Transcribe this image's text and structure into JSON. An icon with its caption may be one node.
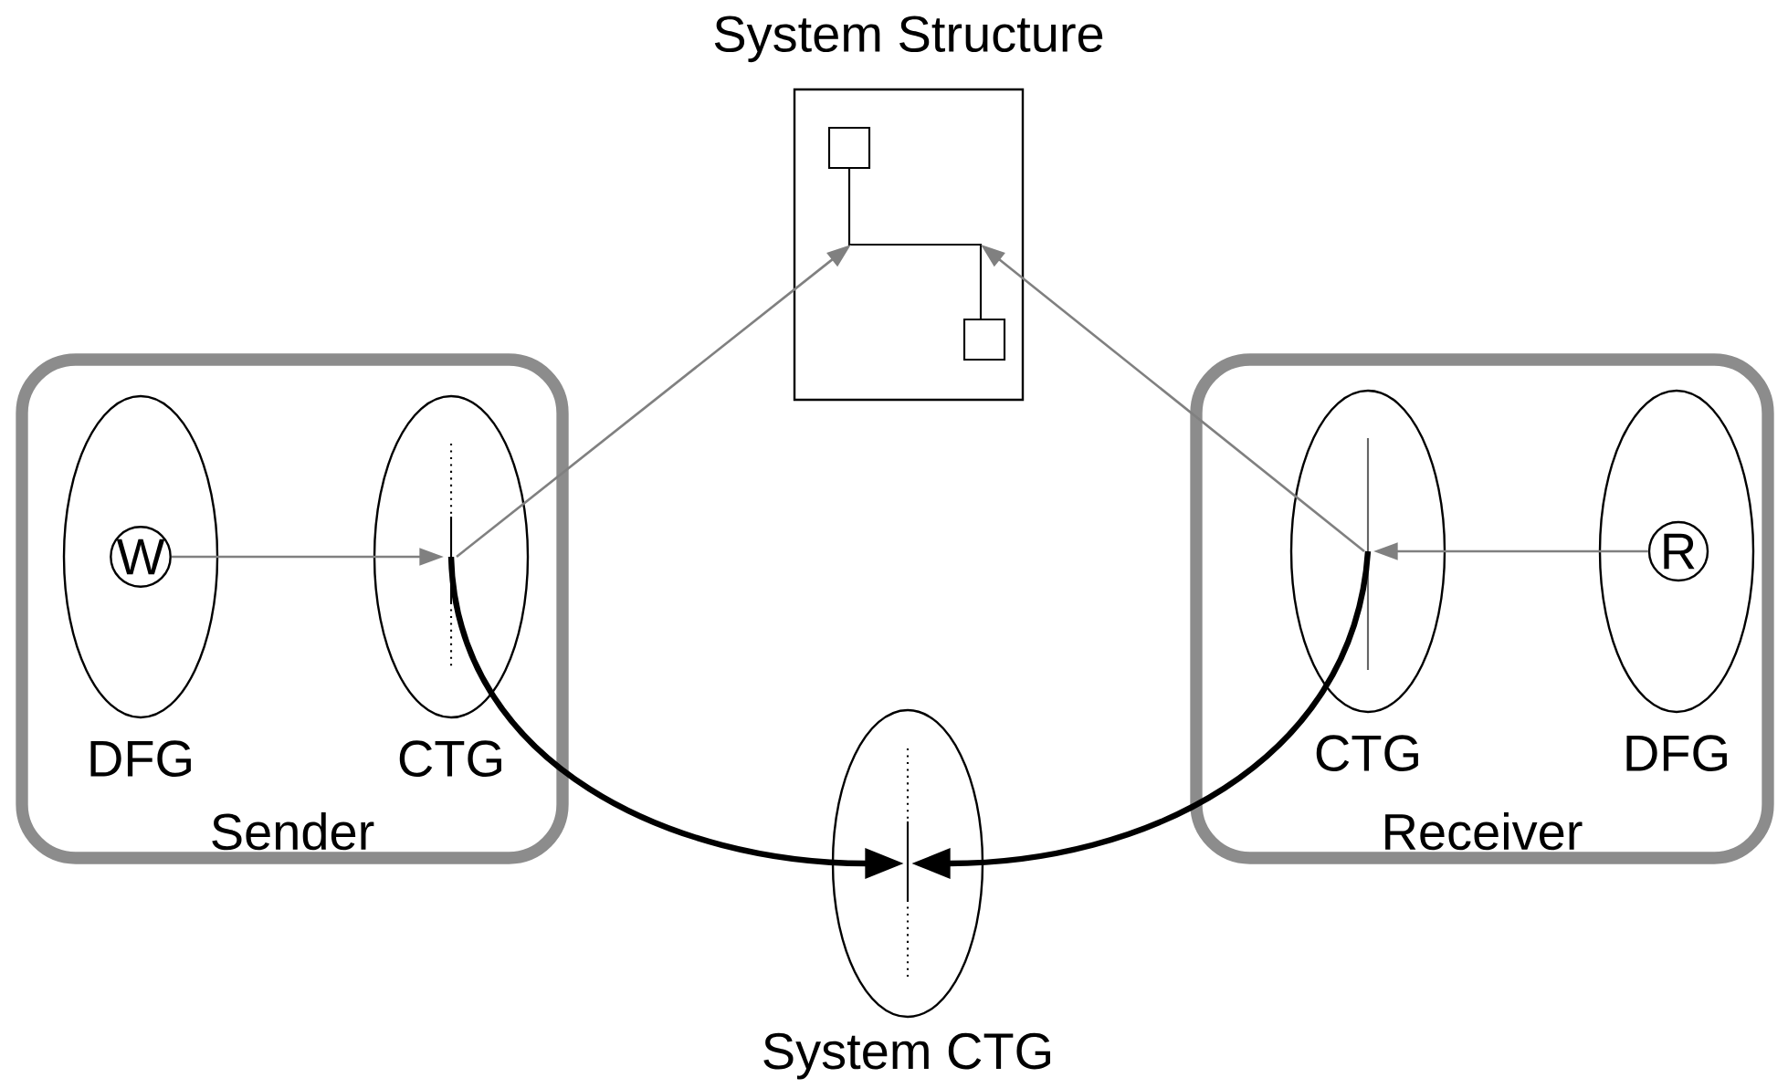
{
  "diagram": {
    "nodes": [
      {
        "text": [
          "Sender"
        ]
      },
      {
        "text": [
          "DFG"
        ],
        "in": 0
      },
      {
        "text": [
          "W"
        ],
        "in": 1
      },
      {
        "text": [
          "CTG"
        ],
        "in": 0
      },
      {
        "text": [
          "System Structure"
        ]
      },
      {
        "text": [
          "Receiver"
        ]
      },
      {
        "text": [
          "CTG"
        ],
        "in": 5
      },
      {
        "text": [
          "DFG"
        ],
        "in": 5
      },
      {
        "text": [
          "R"
        ],
        "in": 7
      },
      {
        "text": [
          "System CTG"
        ]
      }
    ],
    "edges": [
      {
        "from": 2,
        "to": 3,
        "arrow": "to"
      },
      {
        "from": 3,
        "to": 4,
        "arrow": "to"
      },
      {
        "from": 8,
        "to": 6,
        "arrow": "to"
      },
      {
        "from": 6,
        "to": 4,
        "arrow": "to"
      },
      {
        "from": 3,
        "to": 9,
        "arrow": "to",
        "style": "thick",
        "color": "#000000"
      },
      {
        "from": 6,
        "to": 9,
        "arrow": "to",
        "style": "thick",
        "color": "#000000"
      }
    ]
  }
}
